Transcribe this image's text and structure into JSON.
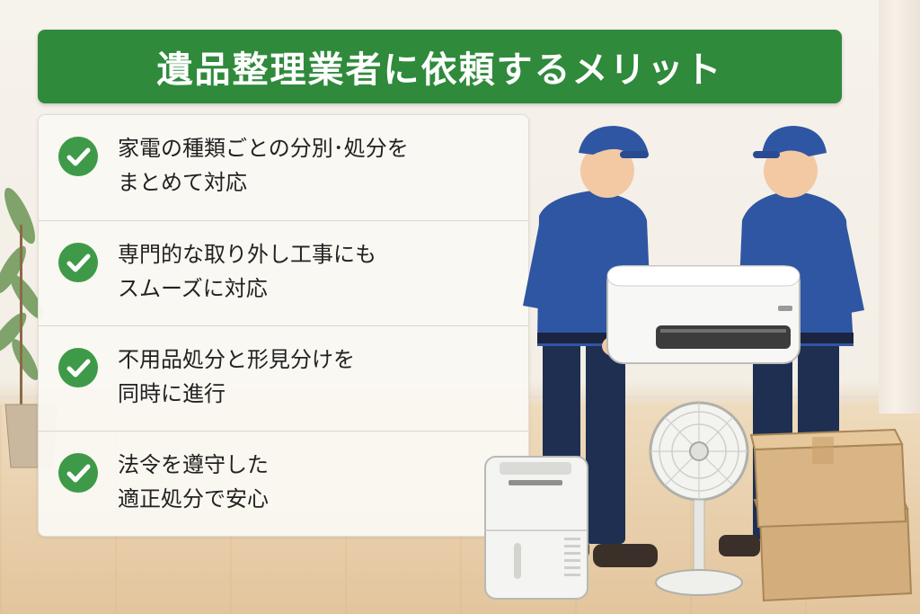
{
  "title": "遺品整理業者に依頼するメリット",
  "items": [
    {
      "line1": "家電の種類ごとの分別･処分を",
      "line2": "まとめて対応"
    },
    {
      "line1": "専門的な取り外し工事にも",
      "line2": "スムーズに対応"
    },
    {
      "line1": "不用品処分と形見分けを",
      "line2": "同時に進行"
    },
    {
      "line1": "法令を遵守した",
      "line2": "適正処分で安心"
    }
  ],
  "colors": {
    "accent": "#2f8a3b",
    "check": "#3e9a48",
    "uniform": "#2f56a3"
  },
  "icons": [
    "check-icon",
    "plant-icon",
    "air-conditioner-icon",
    "electric-fan-icon",
    "dehumidifier-icon",
    "cardboard-box-icon"
  ]
}
